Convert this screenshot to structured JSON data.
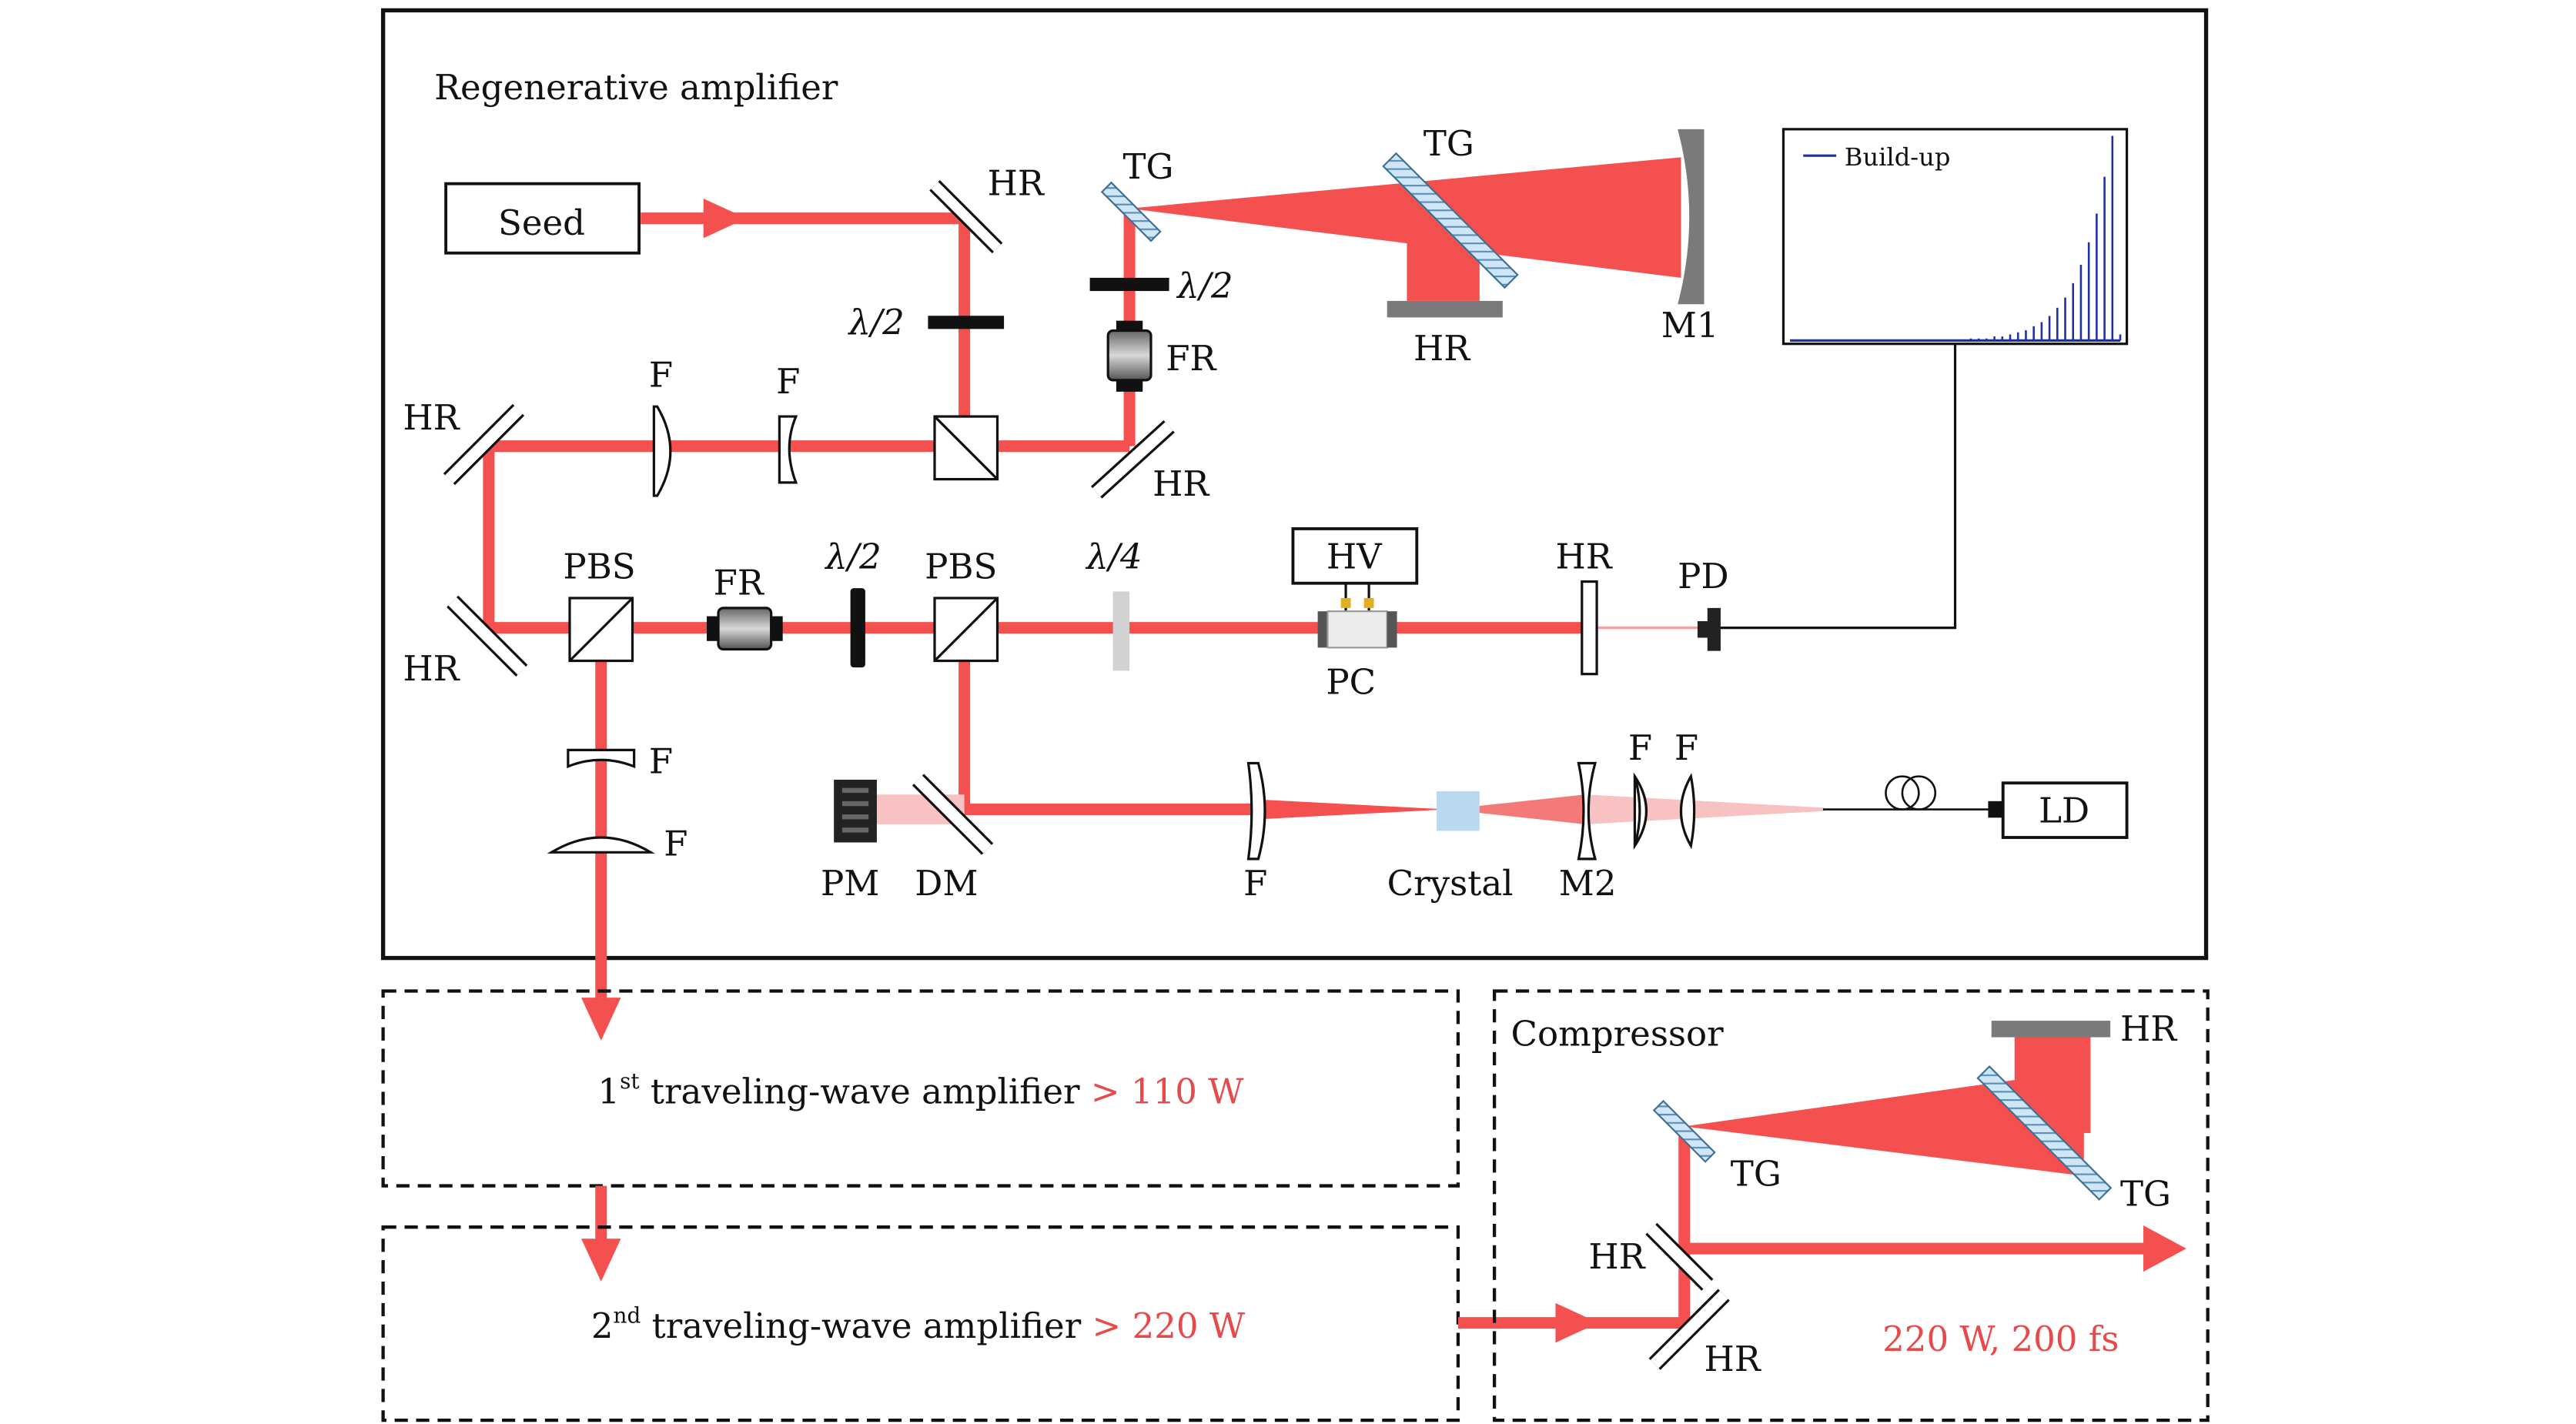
{
  "regen": {
    "title": "Regenerative amplifier",
    "seed": "Seed",
    "hv": "HV",
    "ld": "LD",
    "labels": {
      "hr_top_right": "HR",
      "tg_1": "TG",
      "tg_2": "TG",
      "hr_stretcher": "HR",
      "m1": "M1",
      "half_wave_1": "λ/2",
      "half_wave_2": "λ/2",
      "fr_1": "FR",
      "hr_left_top": "HR",
      "f_1": "F",
      "f_2": "F",
      "hr_mid": "HR",
      "hr_left_bottom": "HR",
      "pbs_1": "PBS",
      "fr_2": "FR",
      "half_wave_3": "λ/2",
      "pbs_2": "PBS",
      "quarter_wave": "λ/4",
      "pc": "PC",
      "hr_end": "HR",
      "pd": "PD",
      "f_3": "F",
      "f_4": "F",
      "pm": "PM",
      "dm": "DM",
      "f_5": "F",
      "crystal": "Crystal",
      "m2": "M2",
      "f_6": "F",
      "f_7": "F"
    },
    "buildup_legend": "Build-up",
    "buildup_trace": [
      0,
      0,
      0,
      0,
      0,
      0,
      0,
      0,
      0,
      0,
      0,
      0,
      0,
      0,
      0,
      0,
      0,
      0,
      0,
      0,
      0,
      0,
      0,
      0.01,
      0.01,
      0.01,
      0.02,
      0.02,
      0.03,
      0.04,
      0.05,
      0.07,
      0.09,
      0.12,
      0.16,
      0.21,
      0.28,
      0.37,
      0.48,
      0.62,
      0.8,
      1.0,
      0.03
    ]
  },
  "amp1": {
    "label_pre": "1",
    "label_sup": "st",
    "label_text": " traveling-wave amplifier ",
    "power": "> 110 W"
  },
  "amp2": {
    "label_pre": "2",
    "label_sup": "nd",
    "label_text": " traveling-wave amplifier ",
    "power": "> 220 W"
  },
  "compressor": {
    "title": "Compressor",
    "hr_top": "HR",
    "tg_1": "TG",
    "tg_2": "TG",
    "hr_1": "HR",
    "hr_2": "HR",
    "output": "220 W, 200 fs"
  },
  "colors": {
    "beam": "#f55050",
    "trace": "#1e2fa8",
    "output_text": "#e84a4a"
  }
}
